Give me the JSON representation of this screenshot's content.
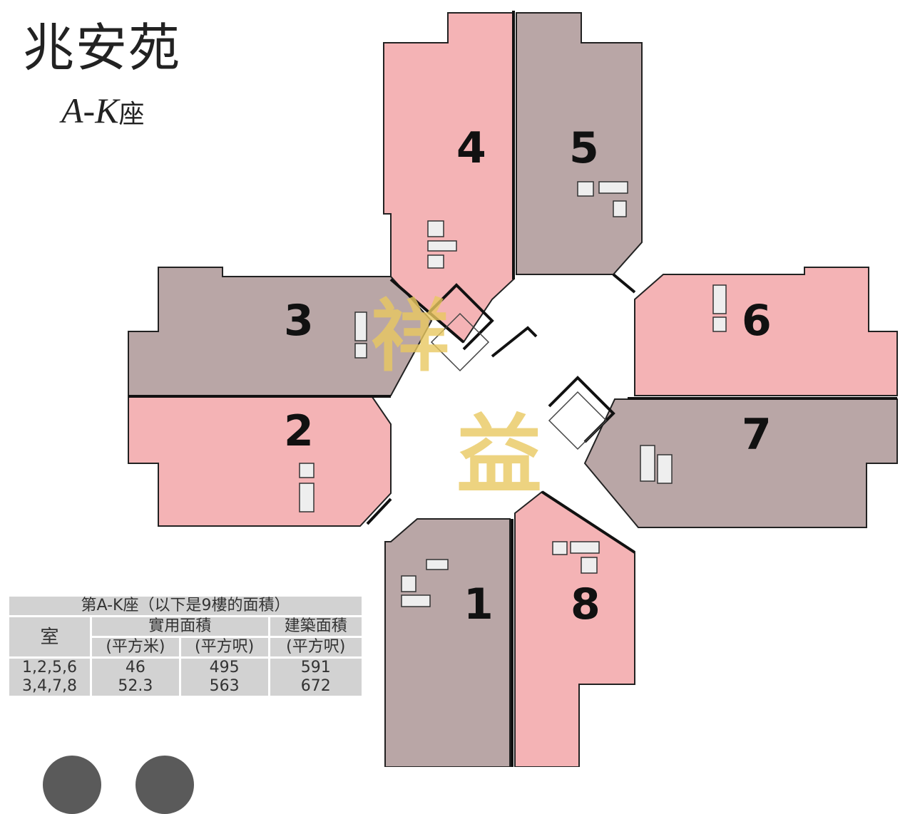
{
  "title": "兆安苑",
  "subtitle": {
    "blocks": "A-K",
    "suffix": "座"
  },
  "watermark": "祥益",
  "units": [
    {
      "number": "1",
      "color": "#b9a6a6"
    },
    {
      "number": "2",
      "color": "#f4b3b5"
    },
    {
      "number": "3",
      "color": "#b9a6a6"
    },
    {
      "number": "4",
      "color": "#f4b3b5"
    },
    {
      "number": "5",
      "color": "#b9a6a6"
    },
    {
      "number": "6",
      "color": "#f4b3b5"
    },
    {
      "number": "7",
      "color": "#b9a6a6"
    },
    {
      "number": "8",
      "color": "#f4b3b5"
    }
  ],
  "table": {
    "caption": "第A-K座（以下是9樓的面積）",
    "col_room": "室",
    "col_saleable": "實用面積",
    "col_gross": "建築面積",
    "unit_sqm": "(平方米)",
    "unit_sqft": "(平方呎)",
    "unit_sqft2": "(平方呎)",
    "rows": [
      {
        "rooms": "1,2,5,6",
        "sqm": "46",
        "sqft": "495",
        "gross_sqft": "591"
      },
      {
        "rooms": "3,4,7,8",
        "sqm": "52.3",
        "sqft": "563",
        "gross_sqft": "672"
      }
    ]
  }
}
